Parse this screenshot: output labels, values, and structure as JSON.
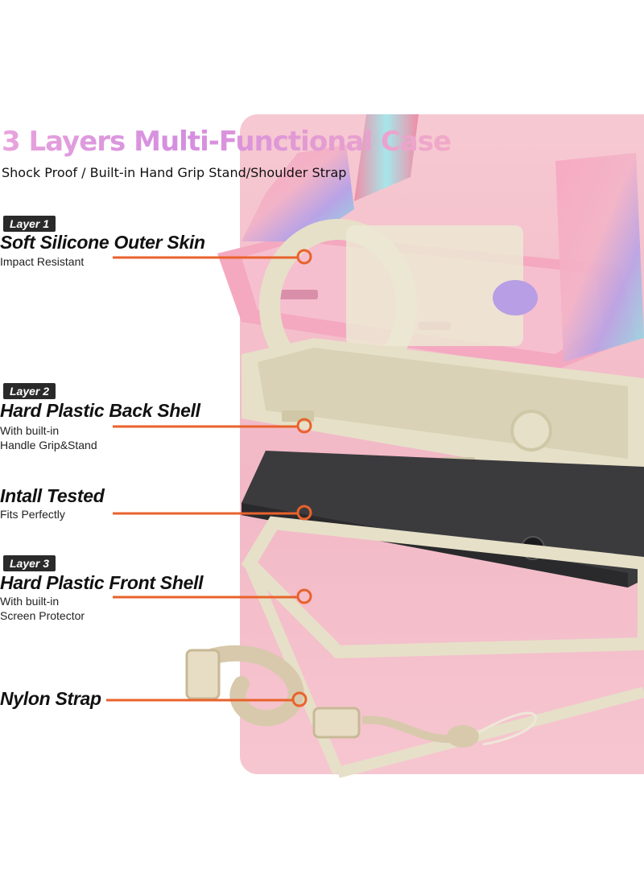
{
  "title": "3 Layers Multi-Functional Case",
  "subtitle": "Shock Proof / Built-in Hand Grip Stand/Shoulder Strap",
  "colors": {
    "accent_orange": "#e9622b",
    "panel_pink": "#f4c0cc",
    "case_pink": "#f4a9c0",
    "shell_beige": "#e6e0c8",
    "tablet_dark": "#3b3b3e",
    "badge_dark": "#2a2a2a"
  },
  "layers": [
    {
      "badge": "Layer 1",
      "heading": "Soft Silicone Outer Skin",
      "desc": [
        "Impact Resistant"
      ]
    },
    {
      "badge": "Layer 2",
      "heading": "Hard Plastic Back Shell",
      "desc": [
        "With built-in",
        "Handle Grip&Stand"
      ]
    },
    {
      "badge": "",
      "heading": "Intall Tested",
      "desc": [
        "Fits Perfectly"
      ]
    },
    {
      "badge": "Layer 3",
      "heading": "Hard Plastic Front Shell",
      "desc": [
        "With built-in",
        "Screen Protector"
      ]
    },
    {
      "badge": "",
      "heading": "Nylon Strap",
      "desc": []
    }
  ],
  "icons": {
    "callout_marker": "orange-ring-icon"
  }
}
